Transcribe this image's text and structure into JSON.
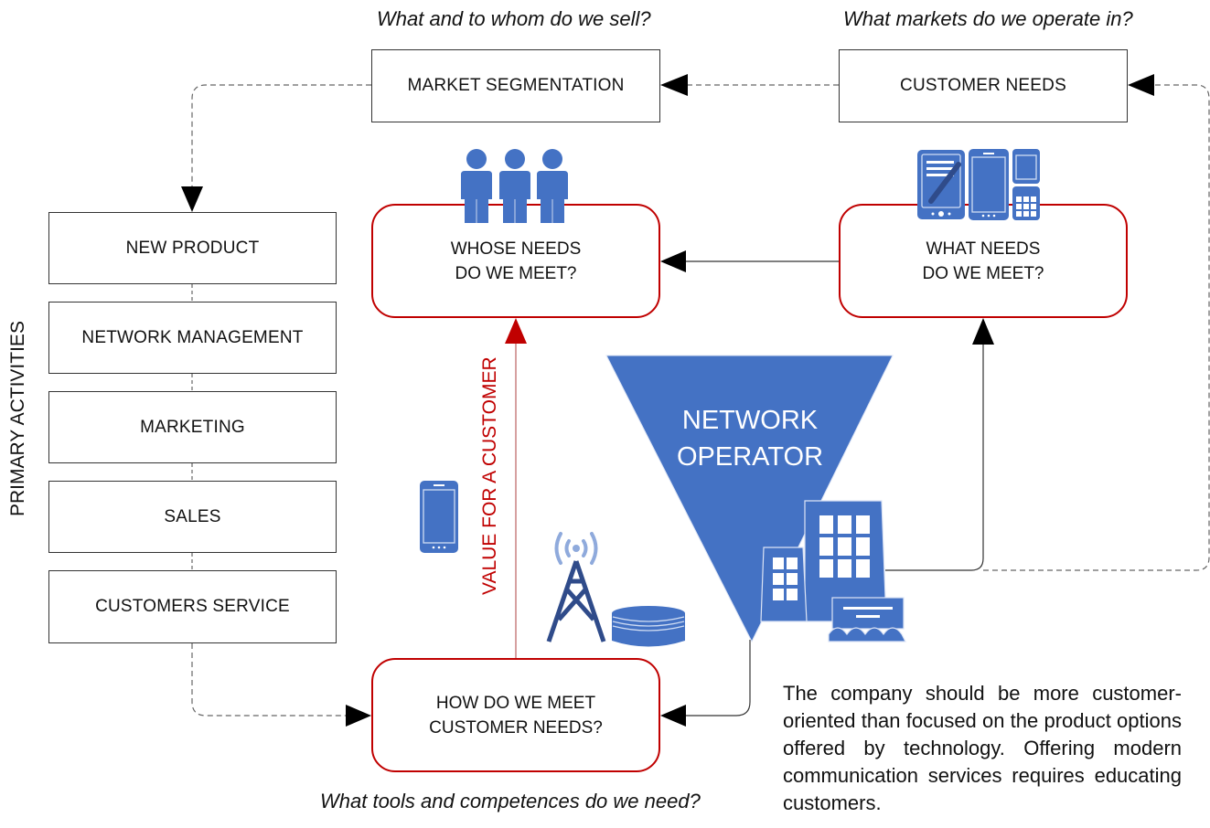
{
  "questions": {
    "top_left": "What and to whom do we sell?",
    "top_right": "What markets do we operate in?",
    "bottom": "What tools and competences do we need?"
  },
  "top_boxes": {
    "market_segmentation": "MARKET SEGMENTATION",
    "customer_needs": "CUSTOMER NEEDS"
  },
  "primary_activities": {
    "label": "PRIMARY ACTIVITIES",
    "items": [
      {
        "label": "NEW PRODUCT"
      },
      {
        "label": "NETWORK MANAGEMENT"
      },
      {
        "label": "MARKETING"
      },
      {
        "label": "SALES"
      },
      {
        "label": "CUSTOMERS SERVICE"
      }
    ]
  },
  "key_questions": {
    "whose_needs": [
      "WHOSE NEEDS",
      "DO WE MEET?"
    ],
    "what_needs": [
      "WHAT NEEDS",
      "DO WE MEET?"
    ],
    "how_meet": [
      "HOW DO WE MEET",
      "CUSTOMER NEEDS?"
    ]
  },
  "value_label": "VALUE FOR A CUSTOMER",
  "operator_label": [
    "NETWORK",
    "OPERATOR"
  ],
  "note": "The company should be more customer-oriented than focused on the product options offered by technology. Offering modern communication services requires educating customers.",
  "icons": [
    "people-icon",
    "devices-icon",
    "smartphone-icon",
    "radio-tower-icon",
    "database-icon",
    "buildings-icon"
  ],
  "colors": {
    "accent_red": "#c00000",
    "icon_blue": "#4472c4",
    "dark_blue": "#2f4b8a",
    "light_blue": "#8faadc"
  }
}
